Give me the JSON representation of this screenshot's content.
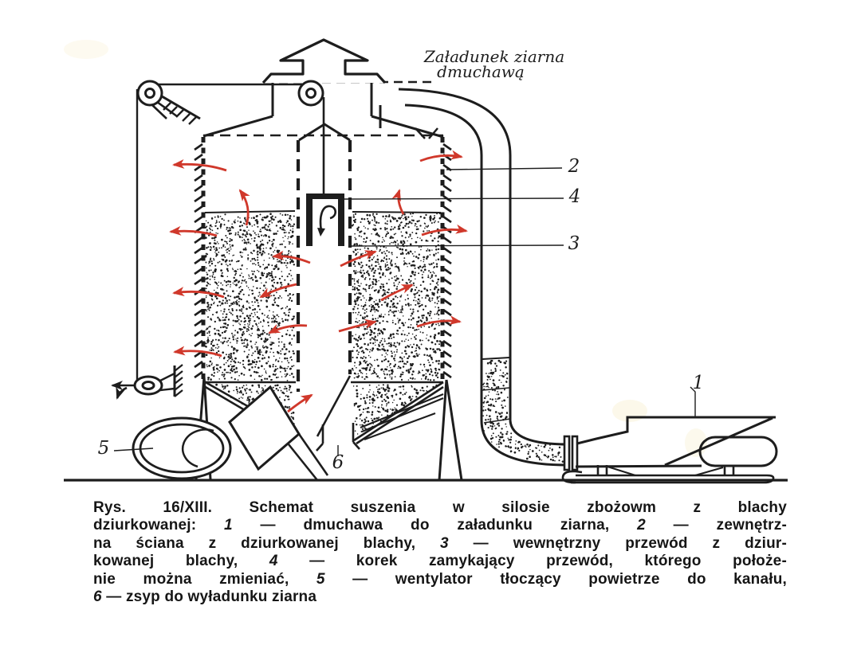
{
  "page": {
    "background": "#ffffff"
  },
  "figure": {
    "type": "technical-schematic",
    "subject": "grain drying silo made of perforated sheet metal",
    "colors": {
      "ink": "#1d1d1d",
      "arrow_red": "#d0382b",
      "paper": "#ffffff"
    },
    "top_label": {
      "line1": "Załadunek ziarna",
      "line2": "dmuchawą"
    },
    "callouts": [
      {
        "label": "1",
        "meaning": "dmuchawa do załadunku ziarna"
      },
      {
        "label": "2",
        "meaning": "zewnętrzna ściana z dziurkowanej blachy"
      },
      {
        "label": "3",
        "meaning": "wewnętrzny przewód z dziurkowanej blachy"
      },
      {
        "label": "4",
        "meaning": "korek zamykający przewód, którego położenie można zmieniać"
      },
      {
        "label": "5",
        "meaning": "wentylator tłoczący powietrze do kanału"
      },
      {
        "label": "6",
        "meaning": "zsyp do wyładunku ziarna"
      }
    ],
    "caption": {
      "lines": [
        "Rys. 16/XIII. Schemat suszenia w silosie zbożowm z blachy",
        "dziurkowanej: 1 — dmuchawa do załadunku ziarna, 2 — zewnętrz-",
        "na ściana z dziurkowanej blachy, 3 — wewnętrzny przewód z dziur-",
        "kowanej blachy, 4 — korek zamykający przewód, którego położe-",
        "nie można zmieniać, 5 — wentylator tłoczący powietrze do kanału,",
        "6 — zsyp do wyładunku ziarna"
      ]
    }
  }
}
